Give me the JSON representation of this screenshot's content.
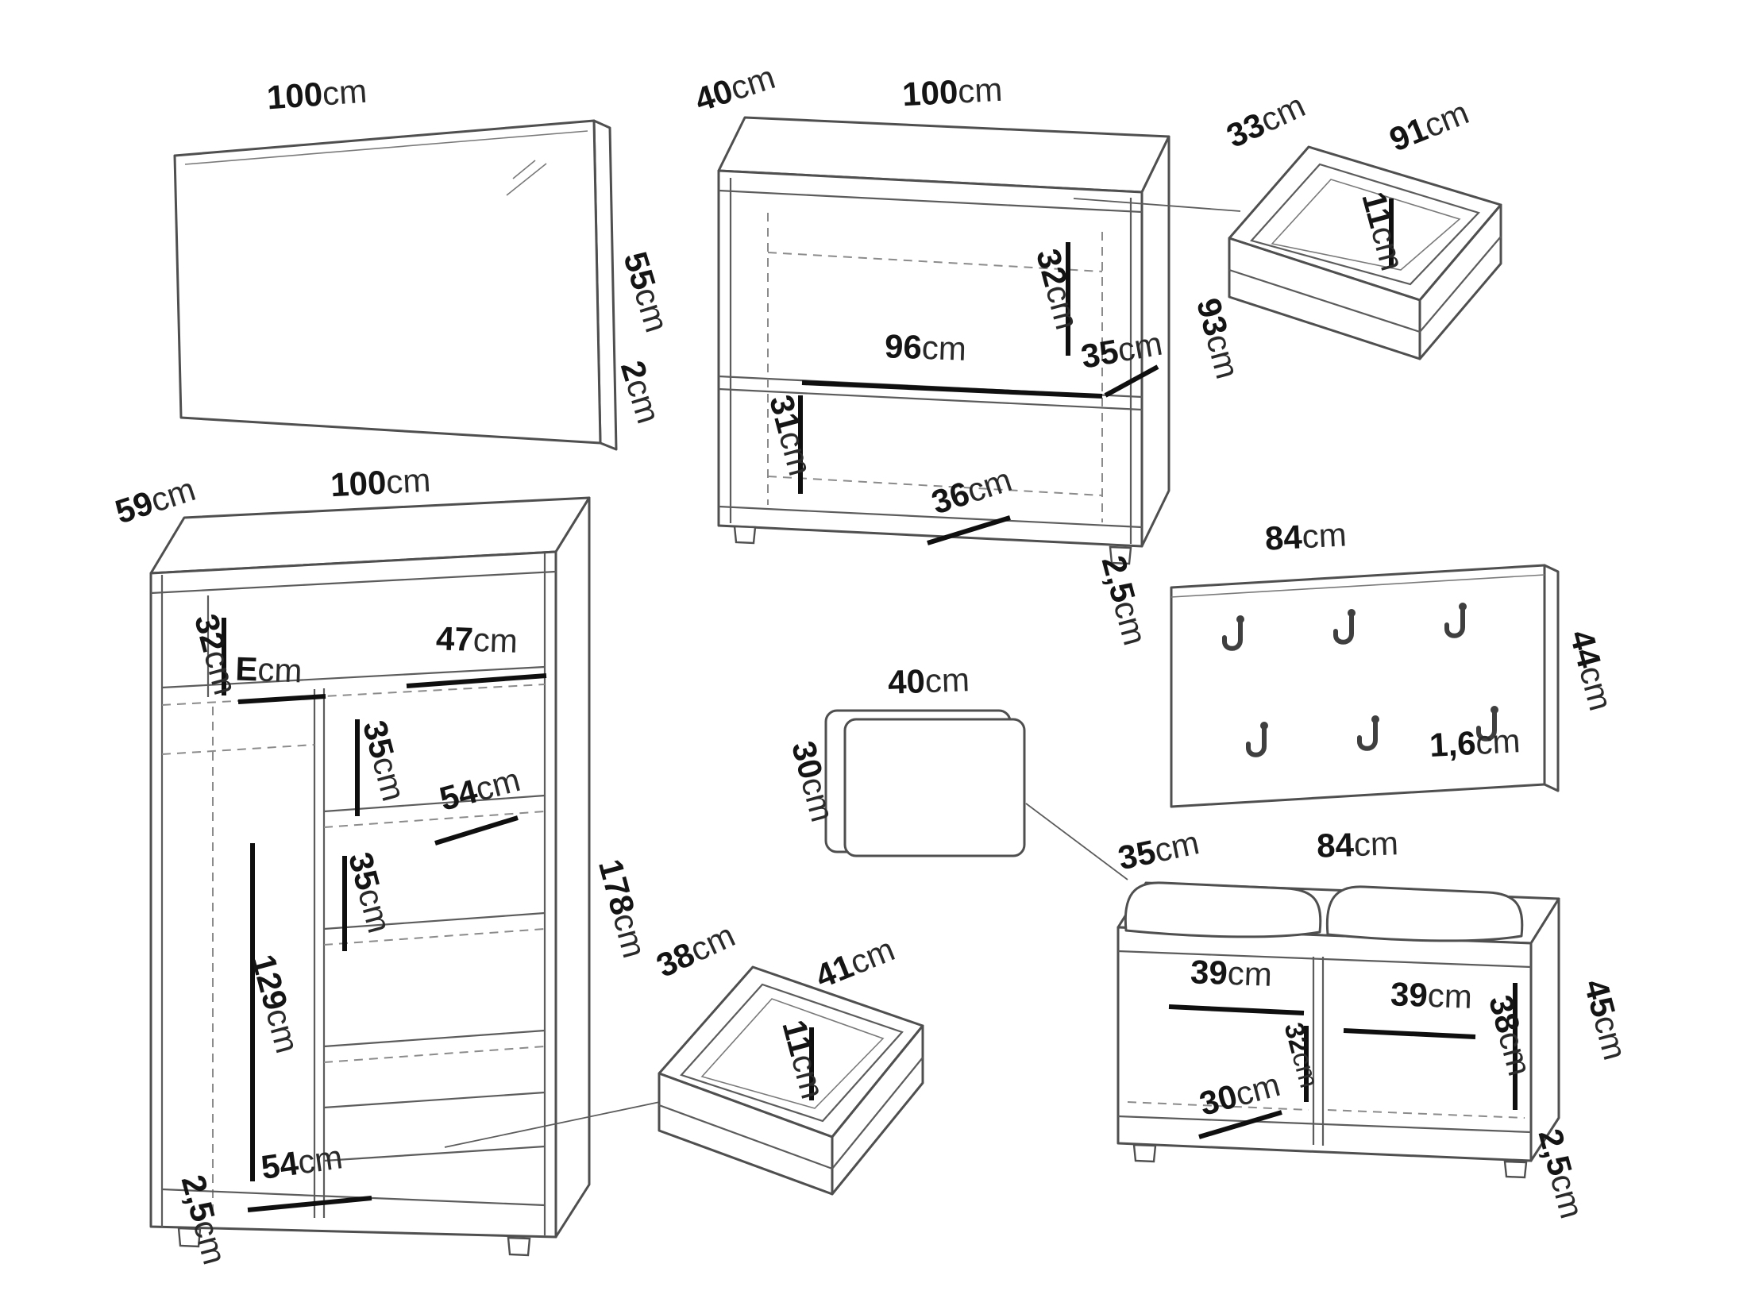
{
  "page": {
    "background": "#ffffff",
    "line_color": "#4f4f4f",
    "dim_color": "#0f0f0f"
  },
  "items": {
    "mirror": {
      "name": "mirror",
      "width": {
        "v": "100",
        "u": "cm"
      },
      "height": {
        "v": "55",
        "u": "cm"
      },
      "depth": {
        "v": "2",
        "u": "cm"
      }
    },
    "sideboard": {
      "name": "sideboard",
      "depth": {
        "v": "40",
        "u": "cm"
      },
      "width": {
        "v": "100",
        "u": "cm"
      },
      "height": {
        "v": "93",
        "u": "cm"
      },
      "inner_width": {
        "v": "96",
        "u": "cm"
      },
      "upper_inner_height": {
        "v": "32",
        "u": "cm"
      },
      "lower_inner_height": {
        "v": "31",
        "u": "cm"
      },
      "inner_depth": {
        "v": "35",
        "u": "cm"
      },
      "shelf_width": {
        "v": "36",
        "u": "cm"
      },
      "plinth_height": {
        "v": "2,5",
        "u": "cm"
      }
    },
    "drawer_large": {
      "name": "drawer-large",
      "depth": {
        "v": "33",
        "u": "cm"
      },
      "width": {
        "v": "91",
        "u": "cm"
      },
      "height": {
        "v": "11",
        "u": "cm"
      }
    },
    "wardrobe": {
      "name": "wardrobe",
      "depth": {
        "v": "59",
        "u": "cm"
      },
      "width": {
        "v": "100",
        "u": "cm"
      },
      "height": {
        "v": "178",
        "u": "cm"
      },
      "top_inner_height": {
        "v": "32",
        "u": "cm"
      },
      "top_shelf": {
        "v": "E",
        "u": "cm"
      },
      "shelf_width": {
        "v": "47",
        "u": "cm"
      },
      "shelf_gap_upper": {
        "v": "35",
        "u": "cm"
      },
      "shelf_depth": {
        "v": "54",
        "u": "cm"
      },
      "shelf_gap_lower": {
        "v": "35",
        "u": "cm"
      },
      "hanging_height": {
        "v": "129",
        "u": "cm"
      },
      "bottom_width": {
        "v": "54",
        "u": "cm"
      },
      "plinth_height": {
        "v": "2,5",
        "u": "cm"
      }
    },
    "coat_panel": {
      "name": "coat-panel",
      "width": {
        "v": "84",
        "u": "cm"
      },
      "height": {
        "v": "44",
        "u": "cm"
      },
      "thickness": {
        "v": "1,6",
        "u": "cm"
      }
    },
    "pouf": {
      "name": "pouf",
      "width": {
        "v": "40",
        "u": "cm"
      },
      "height": {
        "v": "30",
        "u": "cm"
      }
    },
    "drawer_small": {
      "name": "drawer-small",
      "depth": {
        "v": "38",
        "u": "cm"
      },
      "width": {
        "v": "41",
        "u": "cm"
      },
      "height": {
        "v": "11",
        "u": "cm"
      }
    },
    "bench": {
      "name": "bench",
      "depth": {
        "v": "35",
        "u": "cm"
      },
      "width": {
        "v": "84",
        "u": "cm"
      },
      "left_inner_width": {
        "v": "39",
        "u": "cm"
      },
      "right_inner_width": {
        "v": "39",
        "u": "cm"
      },
      "divider_height": {
        "v": "32",
        "u": "cm"
      },
      "inner_height": {
        "v": "38",
        "u": "cm"
      },
      "shelf_width": {
        "v": "30",
        "u": "cm"
      },
      "height": {
        "v": "45",
        "u": "cm"
      },
      "plinth_height": {
        "v": "2,5",
        "u": "cm"
      }
    }
  }
}
